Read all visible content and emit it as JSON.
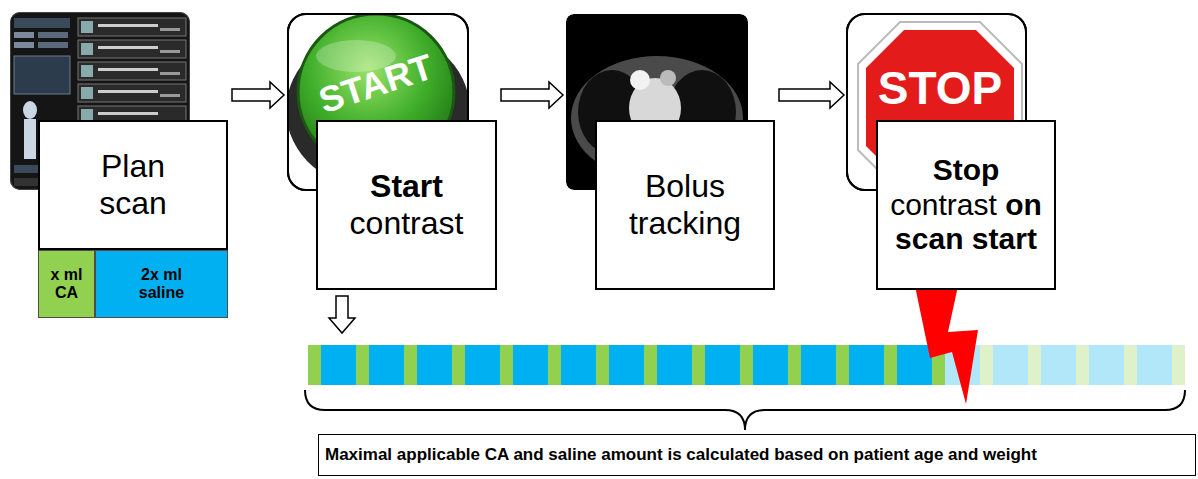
{
  "diagram": {
    "nodes": [
      {
        "text": [
          "Plan scan"
        ]
      },
      {
        "text": [
          "x ml CA"
        ]
      },
      {
        "text": [
          "2x ml saline"
        ]
      },
      {
        "text": [
          "Start contrast"
        ]
      },
      {
        "text": [
          "Bolus tracking"
        ]
      },
      {
        "text": [
          "Stop contrast on scan start"
        ]
      },
      {
        "text": [
          "Maximal applicable CA and saline amount is calculated based on patient age and weight"
        ]
      }
    ],
    "edges": [
      {
        "from": 0,
        "to": 3,
        "arrow": "to"
      },
      {
        "from": 3,
        "to": 4,
        "arrow": "to"
      },
      {
        "from": 4,
        "to": 5,
        "arrow": "to"
      }
    ],
    "labels": [
      "START",
      "STOP"
    ]
  }
}
